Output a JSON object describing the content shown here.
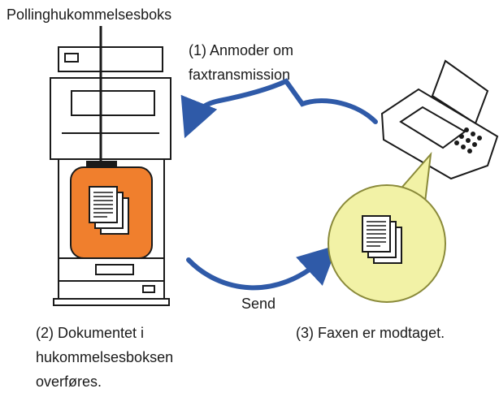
{
  "labels": {
    "polling_box": "Pollinghukommelsesboks",
    "request_line1": "(1) Anmoder om",
    "request_line2": "faxtransmission",
    "send": "Send",
    "transfer_line1": "(2) Dokumentet i",
    "transfer_line2": "hukommelsesboksen",
    "transfer_line3": "overføres.",
    "received": "(3) Faxen er modtaget."
  },
  "colors": {
    "arrow": "#2f5aa8",
    "memory_box_fill": "#f07f2d",
    "received_circle_fill": "#f2f2a6",
    "received_circle_stroke": "#8a8a3a",
    "outline": "#1a1a1a"
  },
  "icons": {
    "printer": "multifunction-printer-icon",
    "fax": "fax-machine-icon",
    "document": "document-stack-icon"
  }
}
